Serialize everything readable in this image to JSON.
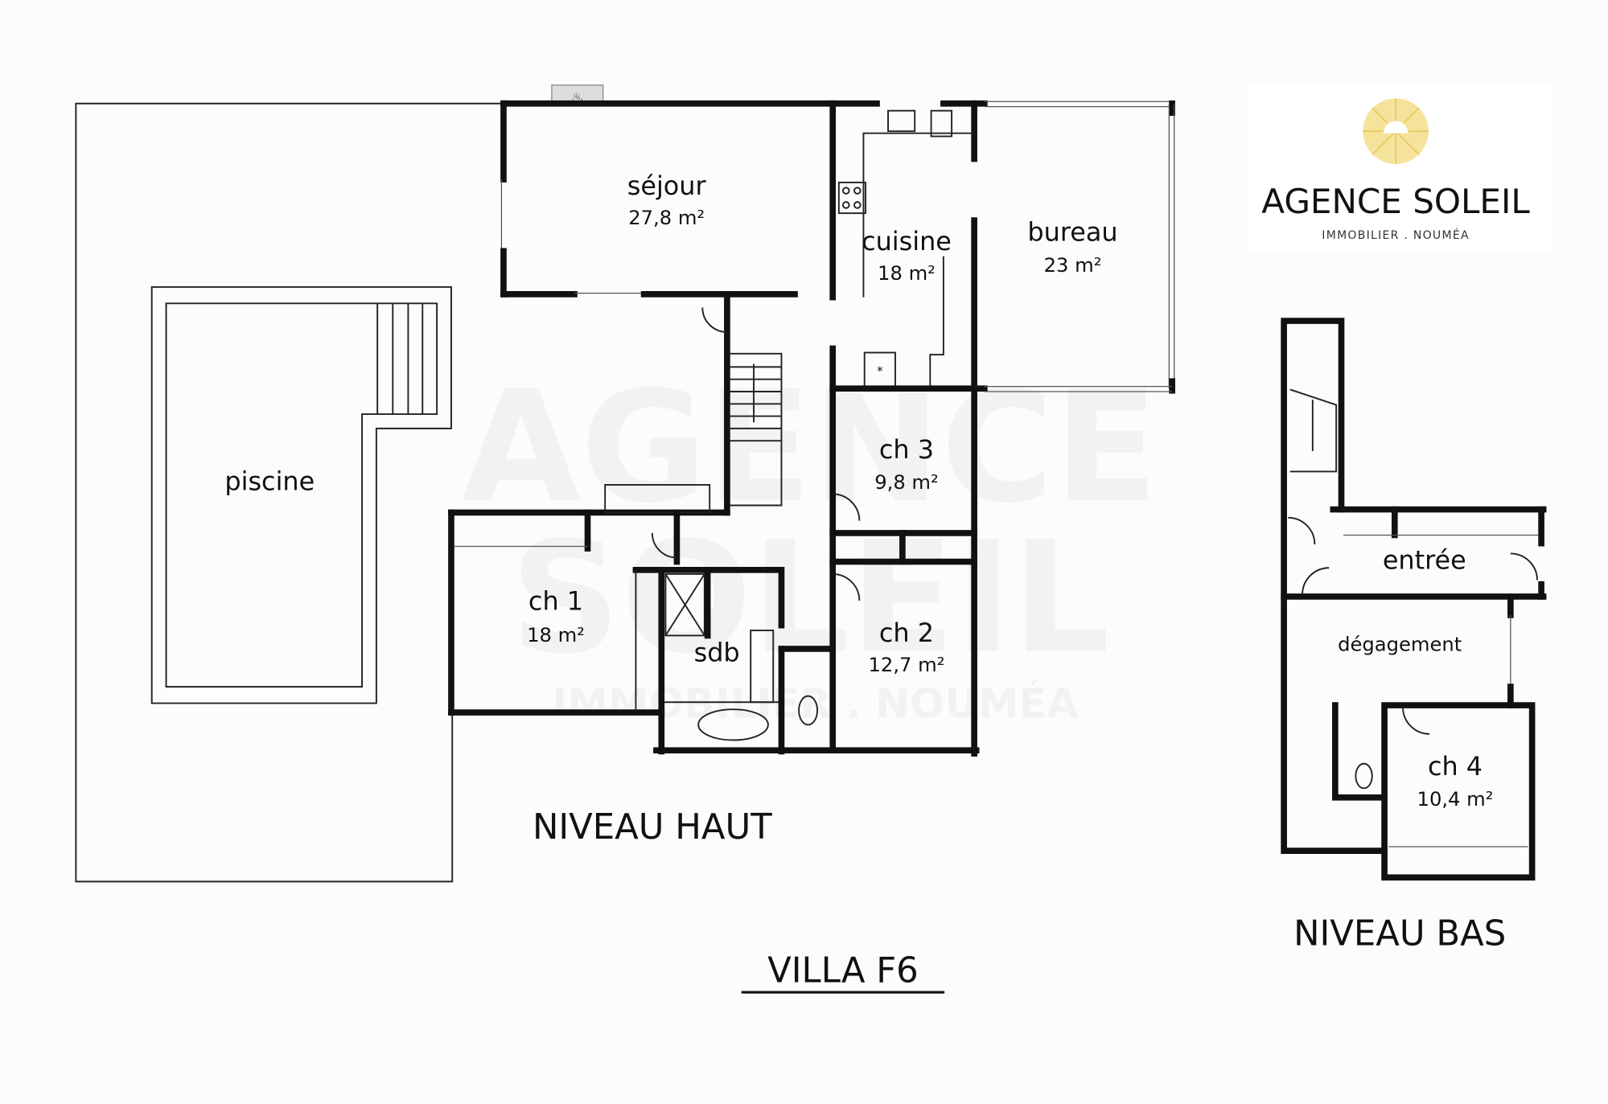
{
  "title": "VILLA F6",
  "levels": {
    "upper": "NIVEAU HAUT",
    "lower": "NIVEAU BAS"
  },
  "logo": {
    "name": "AGENCE SOLEIL",
    "tagline": "IMMOBILIER . NOUMÉA",
    "color": "#f2d77a"
  },
  "watermark": {
    "line1": "AGENCE",
    "line2": "SOLEIL",
    "line3": "IMMOBILIER . NOUMÉA"
  },
  "rooms": {
    "sejour": {
      "label": "séjour",
      "area": "27,8 m²"
    },
    "cuisine": {
      "label": "cuisine",
      "area": "18 m²"
    },
    "bureau": {
      "label": "bureau",
      "area": "23 m²"
    },
    "piscine": {
      "label": "piscine"
    },
    "ch3": {
      "label": "ch 3",
      "area": "9,8 m²"
    },
    "ch1": {
      "label": "ch 1",
      "area": "18 m²"
    },
    "sdb": {
      "label": "sdb"
    },
    "ch2": {
      "label": "ch 2",
      "area": "12,7 m²"
    },
    "entree": {
      "label": "entrée"
    },
    "degagement": {
      "label": "dégagement"
    },
    "ch4": {
      "label": "ch 4",
      "area": "10,4 m²"
    }
  }
}
